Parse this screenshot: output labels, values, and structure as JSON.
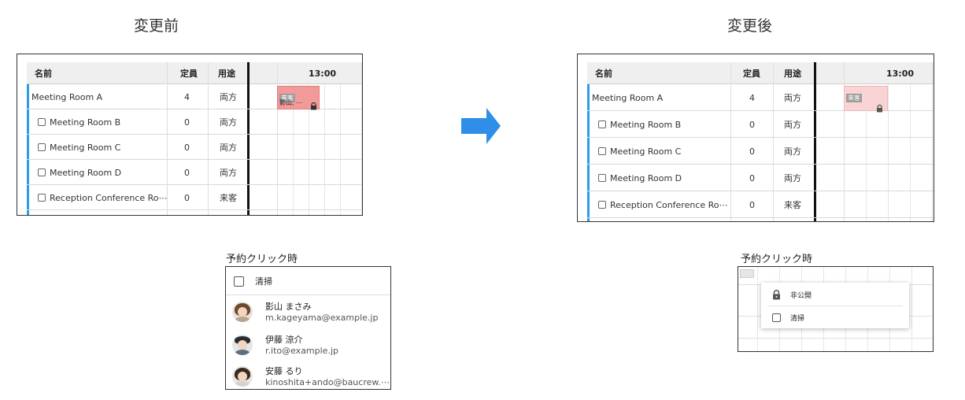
{
  "before": {
    "title": "変更前",
    "table": {
      "headers": {
        "name": "名前",
        "capacity": "定員",
        "usage": "用途",
        "time": "13:00"
      },
      "rows": [
        {
          "name": "Meeting Room A",
          "checkbox": false,
          "capacity": "4",
          "usage": "両方"
        },
        {
          "name": "Meeting Room B",
          "checkbox": true,
          "capacity": "0",
          "usage": "両方"
        },
        {
          "name": "Meeting Room C",
          "checkbox": true,
          "capacity": "0",
          "usage": "両方"
        },
        {
          "name": "Meeting Room D",
          "checkbox": true,
          "capacity": "0",
          "usage": "両方"
        },
        {
          "name": "Reception Conference Ro⋯",
          "checkbox": true,
          "capacity": "0",
          "usage": "来客"
        }
      ],
      "event": {
        "tag": "来客",
        "label": "影山, ⋯",
        "icon": "lock-icon",
        "color": "#f29a9a"
      }
    },
    "popup_caption": "予約クリック時",
    "popup": {
      "checkbox_label": "清掃",
      "people": [
        {
          "name": "影山 まさみ",
          "email": "m.kageyama@example.jp"
        },
        {
          "name": "伊藤 涼介",
          "email": "r.ito@example.jp"
        },
        {
          "name": "安藤 るり",
          "email": "kinoshita+ando@baucrew.⋯"
        }
      ]
    }
  },
  "arrow": {
    "icon": "right-arrow-icon",
    "color": "#2f8fe8"
  },
  "after": {
    "title": "変更後",
    "table": {
      "headers": {
        "name": "名前",
        "capacity": "定員",
        "usage": "用途",
        "time": "13:00"
      },
      "rows": [
        {
          "name": "Meeting Room A",
          "checkbox": false,
          "capacity": "4",
          "usage": "両方"
        },
        {
          "name": "Meeting Room B",
          "checkbox": true,
          "capacity": "0",
          "usage": "両方"
        },
        {
          "name": "Meeting Room C",
          "checkbox": true,
          "capacity": "0",
          "usage": "両方"
        },
        {
          "name": "Meeting Room D",
          "checkbox": true,
          "capacity": "0",
          "usage": "両方"
        },
        {
          "name": "Reception Conference Ro⋯",
          "checkbox": true,
          "capacity": "0",
          "usage": "来客"
        }
      ],
      "event": {
        "tag": "来客",
        "icon": "lock-icon",
        "color": "#f9d4d4"
      }
    },
    "popup_caption": "予約クリック時",
    "popup": {
      "private_label": "非公開",
      "checkbox_label": "清掃"
    }
  }
}
